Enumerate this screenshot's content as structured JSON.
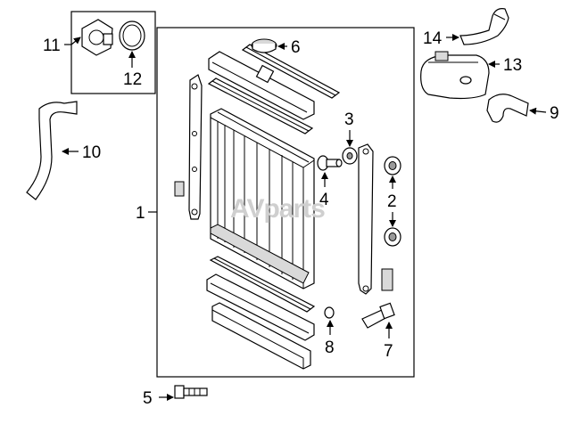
{
  "diagram": {
    "watermark": "AVparts",
    "callouts": [
      {
        "id": "1",
        "label": "1"
      },
      {
        "id": "2",
        "label": "2"
      },
      {
        "id": "3",
        "label": "3"
      },
      {
        "id": "4",
        "label": "4"
      },
      {
        "id": "5",
        "label": "5"
      },
      {
        "id": "6",
        "label": "6"
      },
      {
        "id": "7",
        "label": "7"
      },
      {
        "id": "8",
        "label": "8"
      },
      {
        "id": "9",
        "label": "9"
      },
      {
        "id": "10",
        "label": "10"
      },
      {
        "id": "11",
        "label": "11"
      },
      {
        "id": "12",
        "label": "12"
      },
      {
        "id": "13",
        "label": "13"
      },
      {
        "id": "14",
        "label": "14"
      }
    ]
  }
}
